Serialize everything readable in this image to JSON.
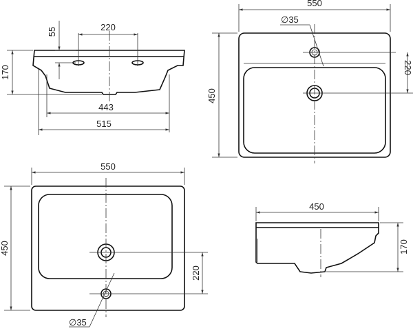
{
  "dimensions": {
    "front": {
      "tap_spacing": "220",
      "tap_height": "55",
      "height": "170",
      "inner_width": "443",
      "outer_width": "515"
    },
    "top_view": {
      "width": "550",
      "depth": "450",
      "tap_hole": "∅35",
      "drain_offset": "220"
    },
    "bottom_view": {
      "width": "550",
      "depth": "450",
      "drain_offset": "220",
      "tap_hole": "∅35"
    },
    "side": {
      "depth": "450",
      "height": "170"
    }
  }
}
